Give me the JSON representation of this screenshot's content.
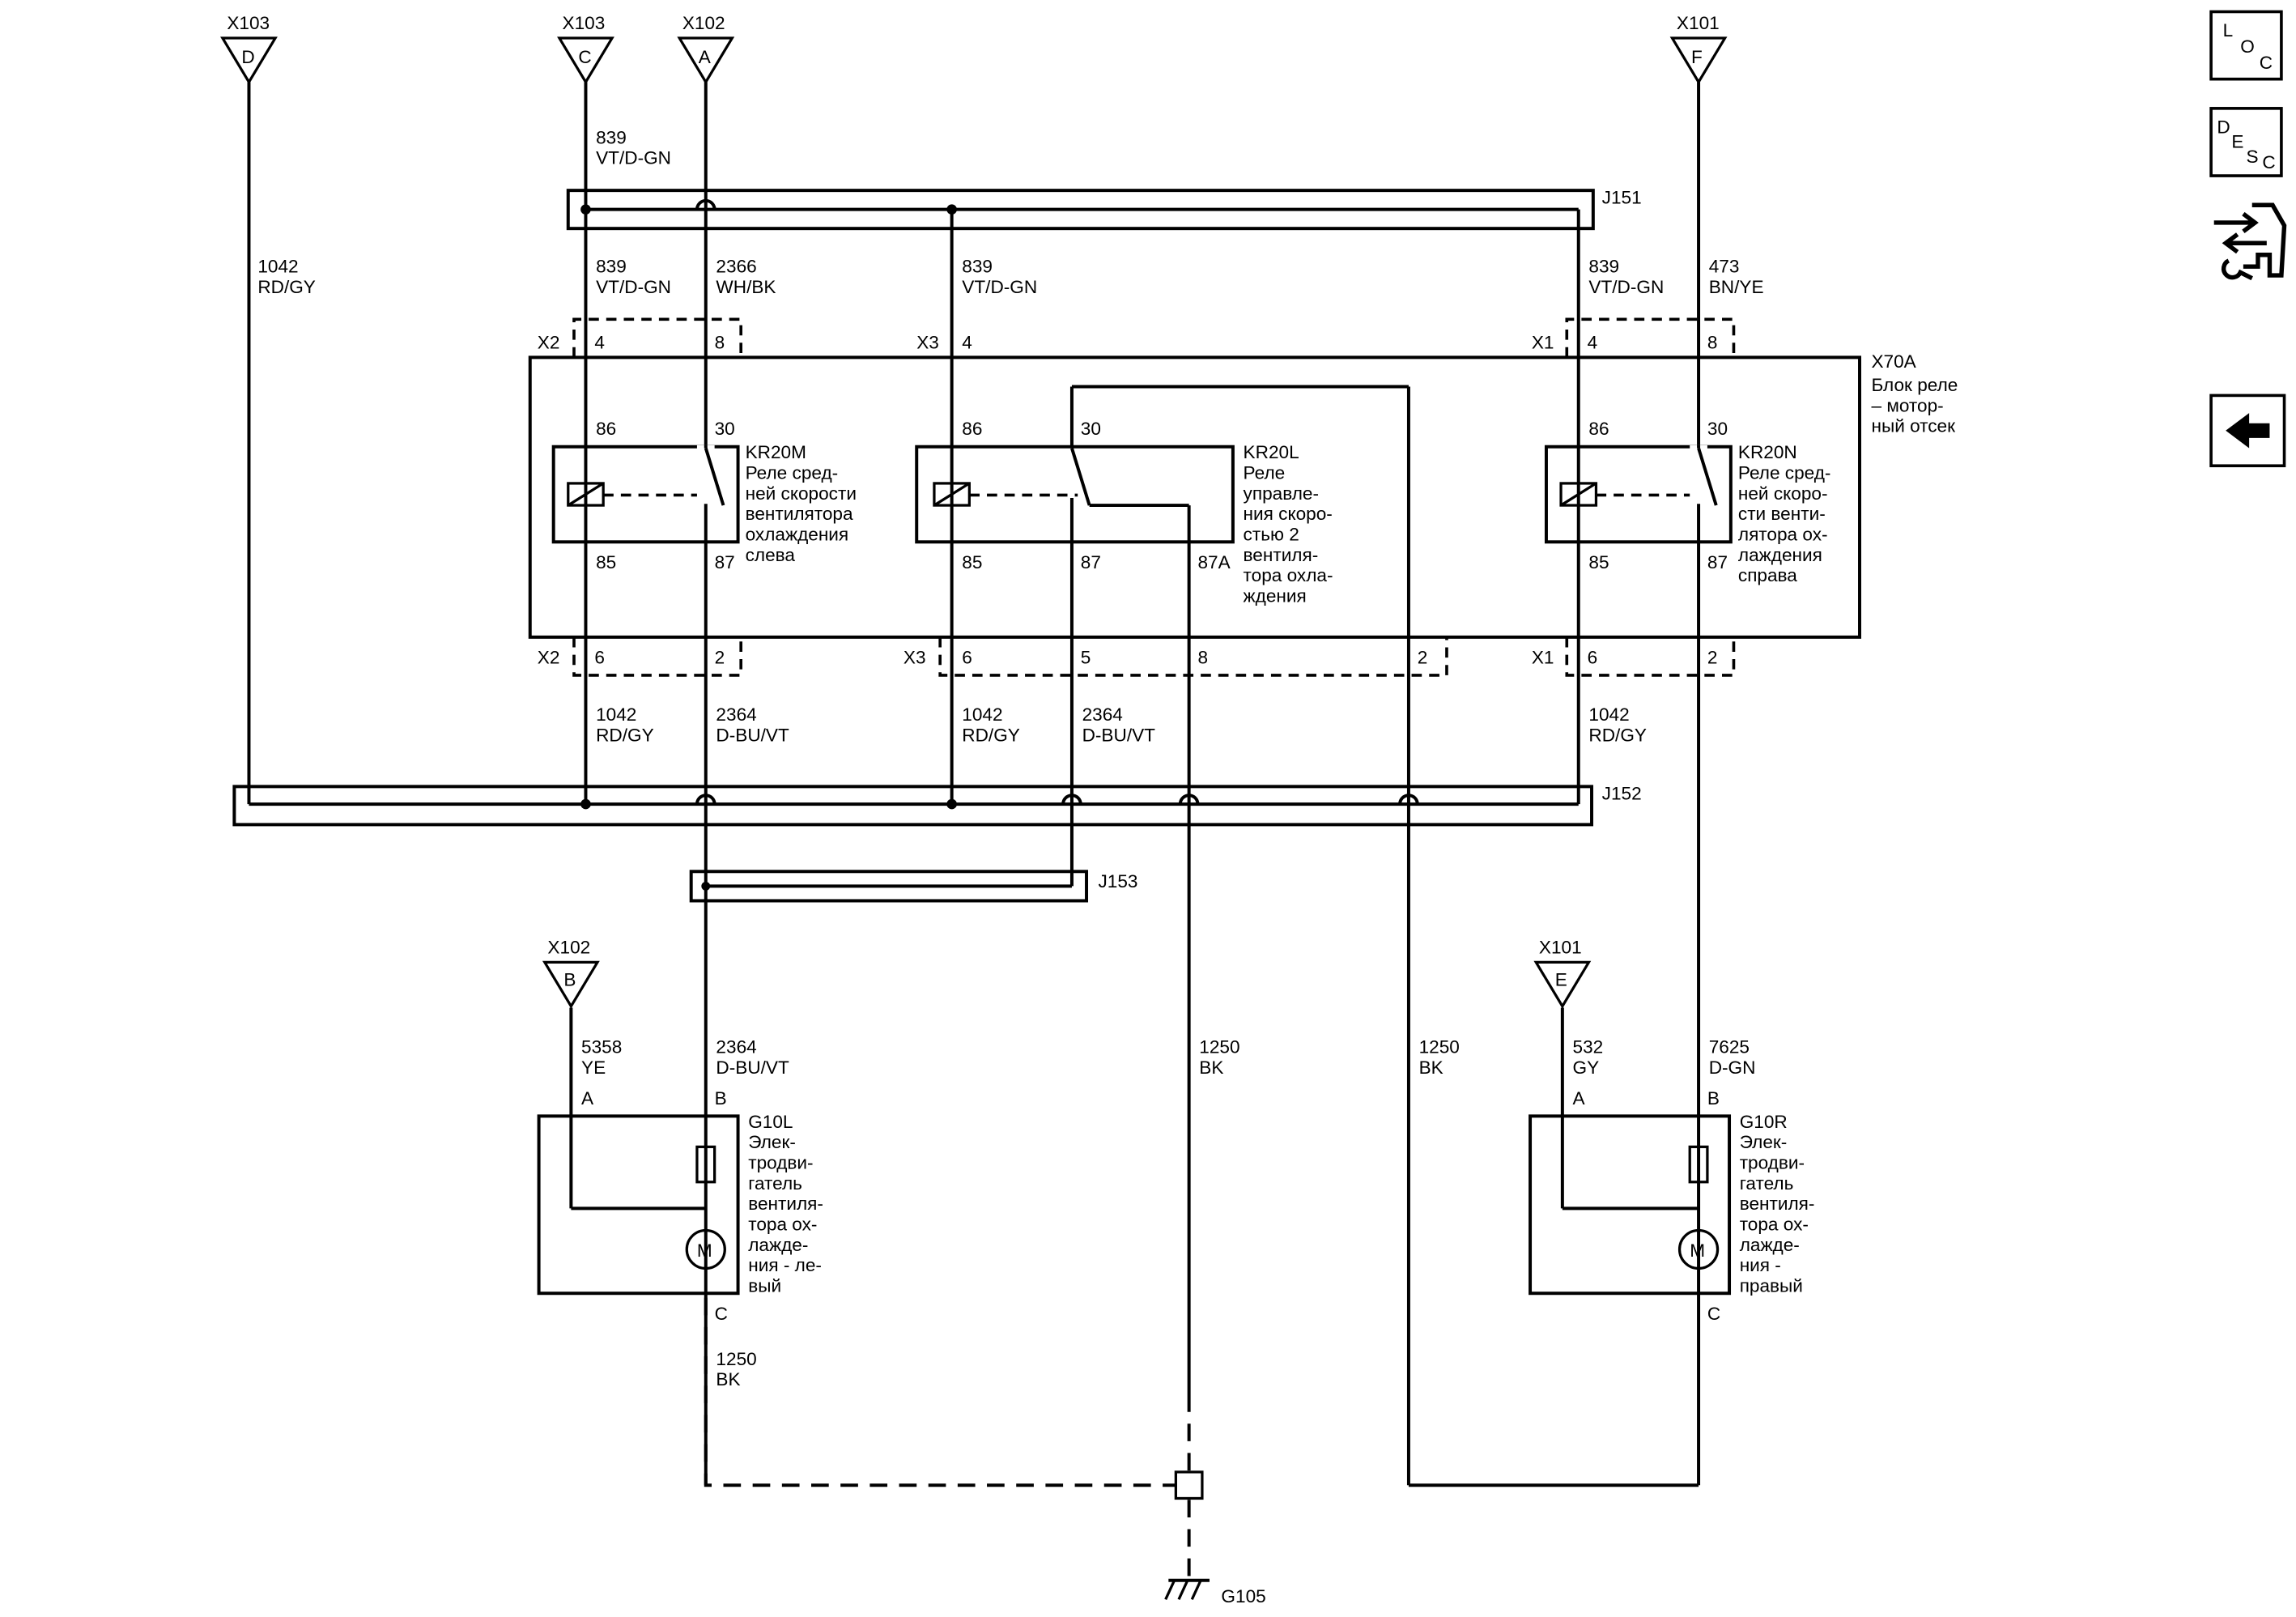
{
  "connectors_top": [
    {
      "name": "X103",
      "pin": "D"
    },
    {
      "name": "X103",
      "pin": "C"
    },
    {
      "name": "X102",
      "pin": "A"
    },
    {
      "name": "X101",
      "pin": "F"
    }
  ],
  "connectors_mid": [
    {
      "name": "X102",
      "pin": "B"
    },
    {
      "name": "X101",
      "pin": "E"
    }
  ],
  "splices": {
    "j151": "J151",
    "j152": "J152",
    "j153": "J153"
  },
  "relay_block": {
    "id": "X70A",
    "desc": [
      "Блок реле",
      "– мотор-",
      "ный отсек"
    ]
  },
  "headers": {
    "x2": "X2",
    "x3": "X3",
    "x1": "X1",
    "x2_top": [
      "4",
      "8"
    ],
    "x3_top": [
      "4"
    ],
    "x1_top": [
      "4",
      "8"
    ],
    "x2_bot": [
      "6",
      "2"
    ],
    "x3_bot": [
      "6",
      "5",
      "8",
      "2"
    ],
    "x1_bot": [
      "6",
      "2"
    ]
  },
  "relays": [
    {
      "id": "KR20M",
      "desc": [
        "Реле сред-",
        "ней скорости",
        "вентилятора",
        "охлаждения",
        "слева"
      ],
      "pins": [
        "86",
        "30",
        "85",
        "87"
      ]
    },
    {
      "id": "KR20L",
      "desc": [
        "Реле",
        "управле-",
        "ния скоро-",
        "стью 2",
        "вентиля-",
        "тора охла-",
        "ждения"
      ],
      "pins": [
        "86",
        "30",
        "85",
        "87",
        "87A"
      ]
    },
    {
      "id": "KR20N",
      "desc": [
        "Реле сред-",
        "ней скоро-",
        "сти венти-",
        "лятора ох-",
        "лаждения",
        "справа"
      ],
      "pins": [
        "86",
        "30",
        "85",
        "87"
      ]
    }
  ],
  "wires": {
    "w1042_left": [
      "1042",
      "RD/GY"
    ],
    "w839_top": [
      "839",
      "VT/D-GN"
    ],
    "w839_x2": [
      "839",
      "VT/D-GN"
    ],
    "w2366": [
      "2366",
      "WH/BK"
    ],
    "w839_x3": [
      "839",
      "VT/D-GN"
    ],
    "w839_x1": [
      "839",
      "VT/D-GN"
    ],
    "w473": [
      "473",
      "BN/YE"
    ],
    "w1042_x2": [
      "1042",
      "RD/GY"
    ],
    "w2364_x2": [
      "2364",
      "D-BU/VT"
    ],
    "w1042_x3": [
      "1042",
      "RD/GY"
    ],
    "w2364_x3": [
      "2364",
      "D-BU/VT"
    ],
    "w1042_x1": [
      "1042",
      "RD/GY"
    ],
    "w5358": [
      "5358",
      "YE"
    ],
    "w2364_g10l": [
      "2364",
      "D-BU/VT"
    ],
    "w1250_mid": [
      "1250",
      "BK"
    ],
    "w1250_right": [
      "1250",
      "BK"
    ],
    "w532": [
      "532",
      "GY"
    ],
    "w7625": [
      "7625",
      "D-GN"
    ],
    "w1250_g10l": [
      "1250",
      "BK"
    ]
  },
  "motors": [
    {
      "id": "G10L",
      "desc": [
        "Элек-",
        "тродви-",
        "гатель",
        "вентиля-",
        "тора ох-",
        "лажде-",
        "ния - ле-",
        "вый"
      ],
      "pins": [
        "A",
        "B",
        "C"
      ],
      "symbol": "M"
    },
    {
      "id": "G10R",
      "desc": [
        "Элек-",
        "тродви-",
        "гатель",
        "вентиля-",
        "тора ох-",
        "лажде-",
        "ния -",
        "правый"
      ],
      "pins": [
        "A",
        "B",
        "C"
      ],
      "symbol": "M"
    }
  ],
  "ground": {
    "id": "G105"
  },
  "sidebar": {
    "loc": [
      "L",
      "O",
      "C"
    ],
    "desc": [
      "D",
      "E",
      "S",
      "C"
    ],
    "icons": [
      "loc-button-icon",
      "desc-button-icon",
      "diagnostic-connector-icon",
      "back-arrow-icon"
    ]
  }
}
